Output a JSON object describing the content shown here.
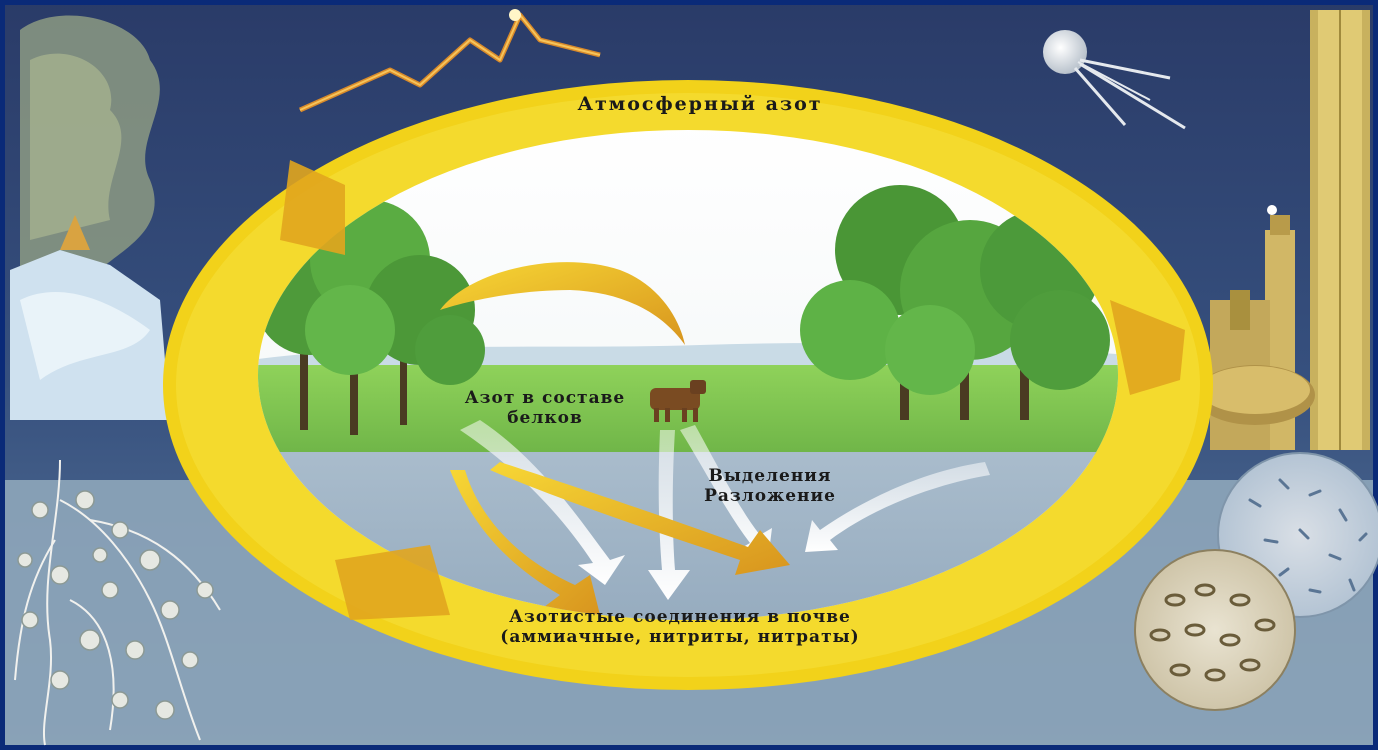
{
  "diagram": {
    "atmospheric_nitrogen": "Атмосферный азот",
    "protein_nitrogen": {
      "line1": "Азот в составе",
      "line2": "белков"
    },
    "excretion": {
      "line1": "Выделения",
      "line2": "Разложение"
    },
    "soil_compounds": {
      "line1": "Азотистые соединения в почве",
      "line2": "(аммиачные, нитриты, нитраты)"
    }
  },
  "colors": {
    "sky": "#2f4577",
    "ring": "#f2d21a",
    "ring_shade": "#e0a21c",
    "meadow": "#7fc44e",
    "soil": "#9fb5c7",
    "trees": "#4aa03a",
    "arrow_white": "#f4f4f4"
  },
  "icons": {
    "lightning": "lightning-icon",
    "satellite": "satellite-icon",
    "volcano": "volcano-icon",
    "factory": "factory-icon",
    "cow": "cow-icon",
    "root_nodules": "root-nodules-icon",
    "bacteria": "bacteria-icon"
  }
}
